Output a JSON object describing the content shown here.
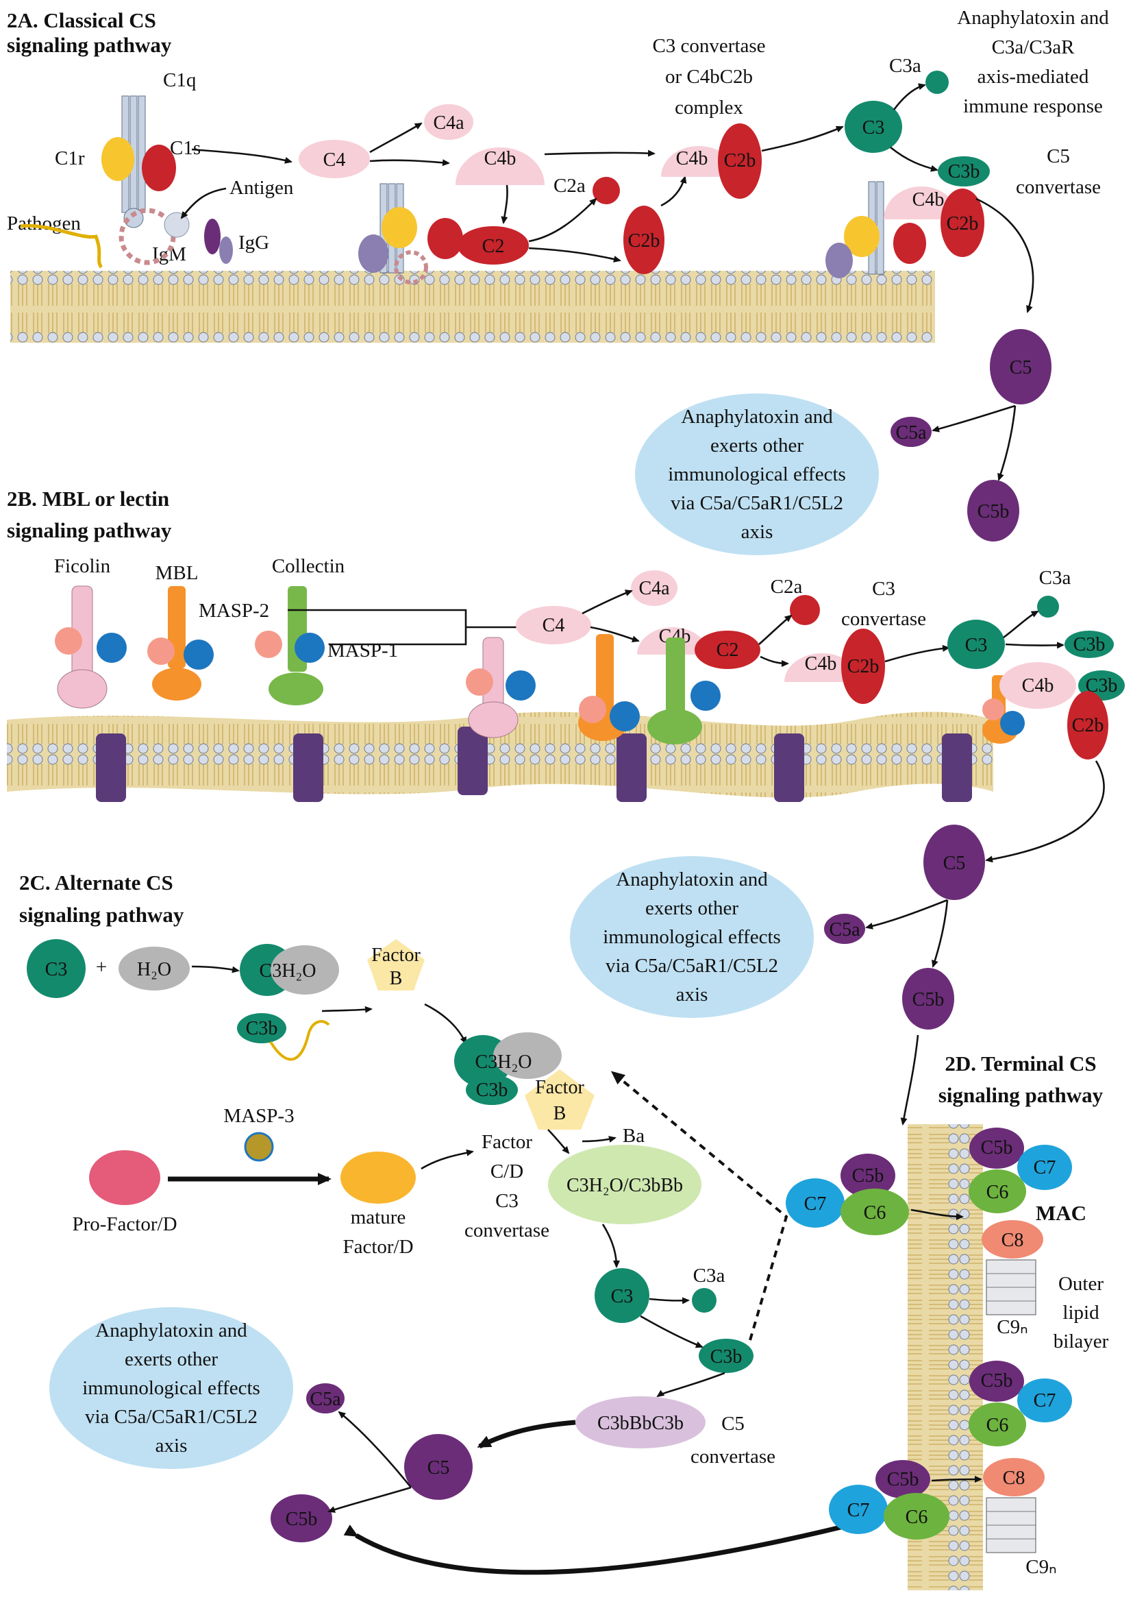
{
  "sections": {
    "a_title": [
      "2A. Classical CS",
      "signaling pathway"
    ],
    "b_title": [
      "2B. MBL or lectin",
      "signaling pathway"
    ],
    "c_title": [
      "2C. Alternate CS",
      "signaling pathway"
    ],
    "d_title": [
      "2D. Terminal CS",
      "signaling pathway"
    ]
  },
  "classical": {
    "c1q": "C1q",
    "c1r": "C1r",
    "c1s": "C1s",
    "antigen": "Antigen",
    "pathogen": "Pathogen",
    "igm": "IgM",
    "igg": "IgG",
    "c4": "C4",
    "c4a": "C4a",
    "c4b": "C4b",
    "c2": "C2",
    "c2a": "C2a",
    "c2b": "C2b",
    "conv_c4b": "C4b",
    "conv_c2b": "C2b",
    "c3_convertase": [
      "C3 convertase",
      "or C4bC2b",
      "complex"
    ],
    "c3": "C3",
    "c3a": "C3a",
    "c3b": "C3b",
    "c3a_note": [
      "Anaphylatoxin and",
      "C3a/C3aR",
      "axis-mediated",
      "immune response"
    ],
    "c5_convertase": [
      "C5",
      "convertase"
    ],
    "c5conv_c4b": "C4b",
    "c5conv_c2b": "C2b",
    "c5": "C5",
    "c5a": "C5a",
    "c5b": "C5b",
    "note": [
      "Anaphylatoxin and",
      "exerts other",
      "immunological effects",
      "via C5a/C5aR1/C5L2",
      "axis"
    ]
  },
  "lectin": {
    "ficolin": "Ficolin",
    "mbl": "MBL",
    "collectin": "Collectin",
    "masp2": "MASP-2",
    "masp1": "MASP-1",
    "c4": "C4",
    "c4a": "C4a",
    "c4b": "C4b",
    "c2": "C2",
    "c2a": "C2a",
    "conv_c4b": "C4b",
    "conv_c2b": "C2b",
    "c3_convertase": [
      "C3",
      "convertase"
    ],
    "c3": "C3",
    "c3a": "C3a",
    "c3b": "C3b",
    "c5conv_c4b": "C4b",
    "c5conv_c3b": "C3b",
    "c5conv_c2b": "C2b",
    "c5": "C5",
    "c5a": "C5a",
    "c5b": "C5b",
    "note": [
      "Anaphylatoxin and",
      "exerts other",
      "immunological effects",
      "via C5a/C5aR1/C5L2",
      "axis"
    ]
  },
  "alternate": {
    "c3": "C3",
    "plus": "+",
    "h2o": "H₂O",
    "c3h2o": "C3H₂O",
    "c3b": "C3b",
    "factor_b": [
      "Factor",
      "B"
    ],
    "cx_c3h2o": "C3H₂O",
    "cx_c3b": "C3b",
    "cx_factor_b": [
      "Factor",
      "B"
    ],
    "masp3": "MASP-3",
    "pro_factor_d": "Pro-Factor/D",
    "mature_factor_d": [
      "mature",
      "Factor/D"
    ],
    "ba": "Ba",
    "conv_label": [
      "Factor",
      "C/D",
      "C3",
      "convertase"
    ],
    "c3h2o_c3bbb": "C3H₂O/C3bBb",
    "c3_2": "C3",
    "c3a": "C3a",
    "c3b_2": "C3b",
    "c3bbbc3b": "C3bBbC3b",
    "c5_convertase": [
      "C5",
      "convertase"
    ],
    "c5": "C5",
    "c5a": "C5a",
    "c5b": "C5b",
    "note": [
      "Anaphylatoxin and",
      "exerts other",
      "immunological effects",
      "via C5a/C5aR1/C5L2",
      "axis"
    ]
  },
  "terminal": {
    "c5b": "C5b",
    "c6": "C6",
    "c7": "C7",
    "c8": "C8",
    "c9n": "C9ₙ",
    "mac": "MAC",
    "outer": [
      "Outer",
      "lipid",
      "bilayer"
    ]
  },
  "colors": {
    "c3_teal": "#148a6d",
    "c4_pink": "#f7cfd8",
    "c2_red": "#c8242b",
    "c5_purple": "#6b2d78",
    "note_blue": "#bfe0f2",
    "factor_yellow": "#fbe7a6",
    "h2o_gray": "#b5b5b5",
    "c6_green": "#6db33f",
    "c7_blue": "#1fa3dc",
    "c8_salmon": "#f08a73",
    "pro_factor": "#e55b7a",
    "mature_factor": "#f9b52d",
    "bbb_green": "#cfe8b0",
    "c3bbbc3b": "#d9c0dd",
    "membrane_tail": "#e9d9a6"
  }
}
